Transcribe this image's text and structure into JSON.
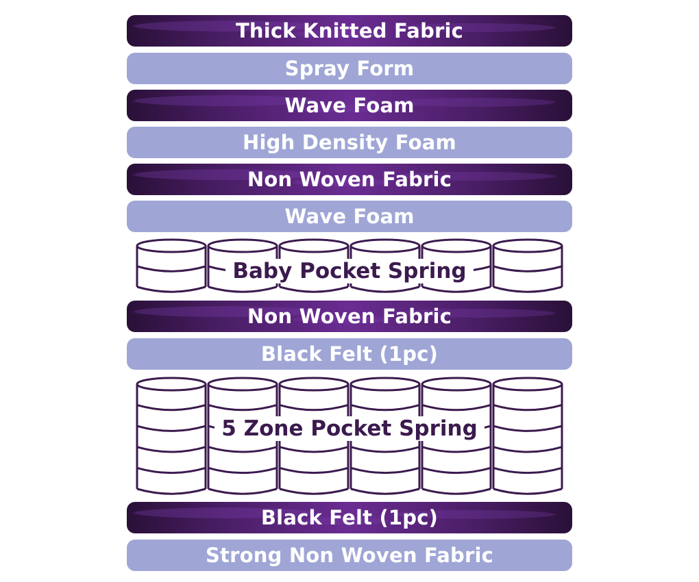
{
  "layers": {
    "l1": "Thick Knitted Fabric",
    "l2": "Spray Form",
    "l3": "Wave Foam",
    "l4": "High Density Foam",
    "l5": "Non Woven Fabric",
    "l6": "Wave Foam",
    "l7": "Baby Pocket Spring",
    "l8": "Non Woven Fabric",
    "l9": "Black Felt (1pc)",
    "l10": "5 Zone Pocket Spring",
    "l11": "Black Felt (1pc)",
    "l12": "Strong Non Woven Fabric"
  },
  "colors": {
    "dark_band": "#4a1e66",
    "light_band": "#9fa6d6",
    "spring_stroke": "#3b1a4e"
  }
}
